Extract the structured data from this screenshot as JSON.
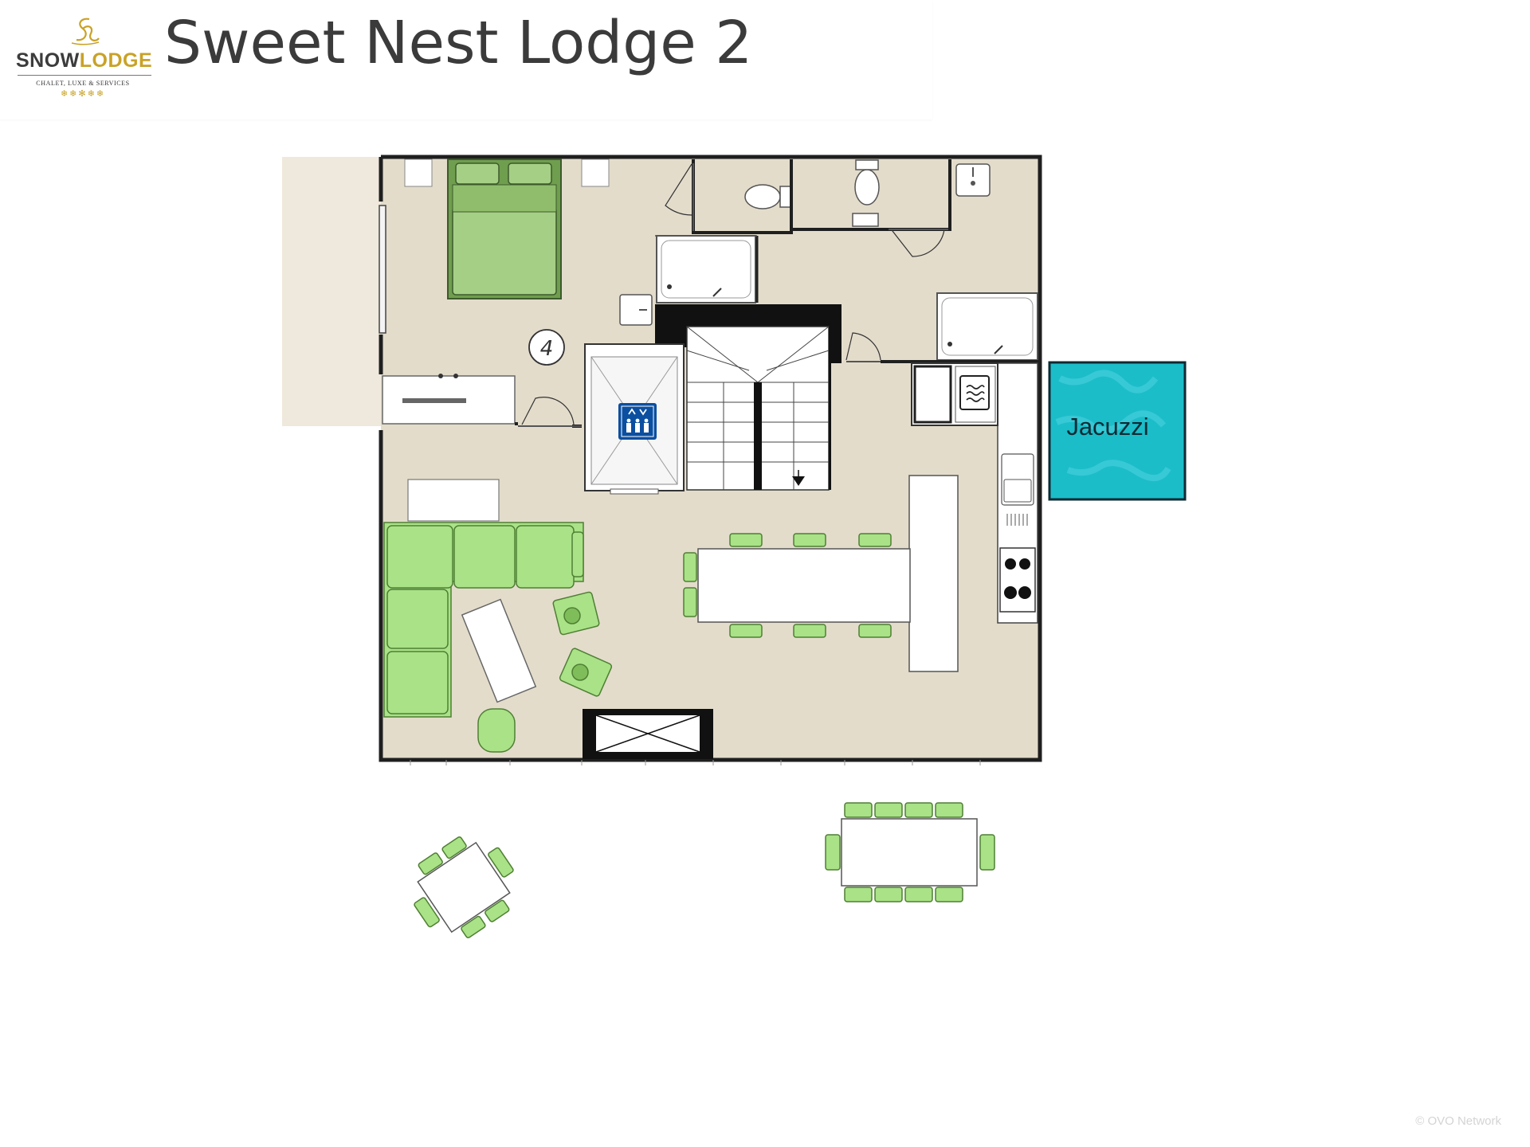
{
  "header": {
    "title": "Sweet Nest Lodge 2",
    "logo": {
      "word_part1": "SNOW",
      "word_part2": "LODGE",
      "tagline": "CHALET, LUXE & SERVICES",
      "stars": "❄❄✻❄❄"
    }
  },
  "plan": {
    "room_number": "4",
    "jacuzzi_label": "Jacuzzi"
  },
  "icons": {
    "lift": "lift-icon",
    "microwave": "microwave-icon",
    "stairs_arrow": "down-arrow-icon"
  },
  "colors": {
    "floor": "#e3dccb",
    "wall": "#1f1f1f",
    "furniture_green": "#a9e287",
    "jacuzzi": "#1bbdc9",
    "lift_sign": "#0b4fa0",
    "gold": "#c9a227"
  },
  "watermark": "© OVO Network"
}
